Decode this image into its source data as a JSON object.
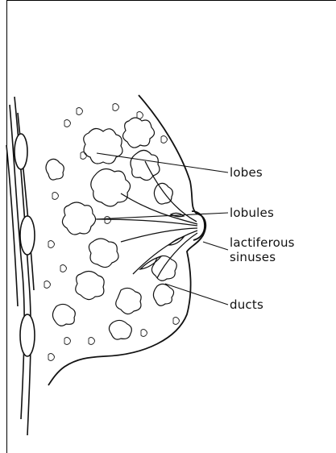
{
  "diagram": {
    "labels": {
      "lobes": "lobes",
      "lobules": "lobules",
      "lactiferous_line1": "lactiferous",
      "lactiferous_line2": "sinuses",
      "ducts": "ducts"
    }
  }
}
